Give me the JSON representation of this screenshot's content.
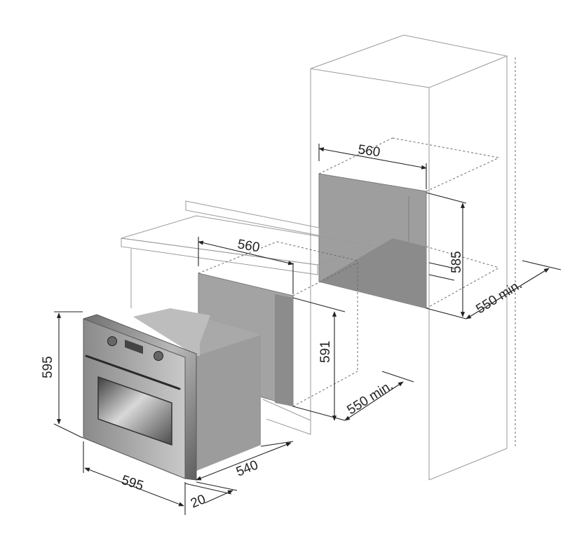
{
  "dimensions": {
    "upper_niche_width": "560",
    "upper_niche_height": "585",
    "upper_depth": "550 min.",
    "lower_niche_width": "560",
    "lower_niche_height": "591",
    "lower_depth": "550 min.",
    "oven_height": "595",
    "oven_width": "595",
    "oven_body_depth": "540",
    "oven_front_thickness": "20"
  },
  "colors": {
    "niche_fill": "#9e9e9e",
    "oven_body": "#a6a6a6",
    "oven_front": "#8e8e8e",
    "cabinet_line": "#9a9a9a",
    "dimension_line": "#222222"
  }
}
